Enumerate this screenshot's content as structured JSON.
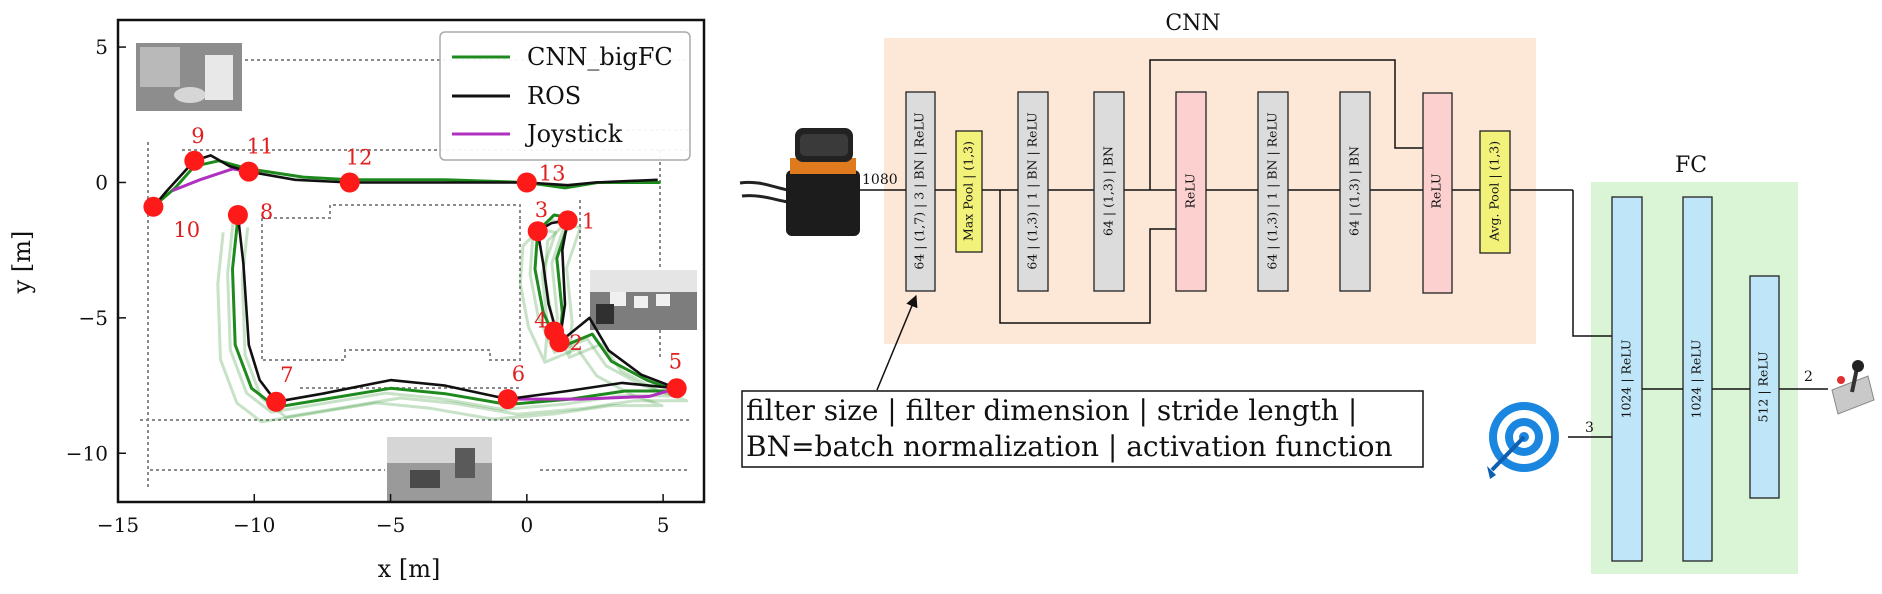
{
  "map_plot": {
    "xlabel": "x [m]",
    "ylabel": "y [m]",
    "xlim": [
      -15,
      6.5
    ],
    "ylim": [
      -11.8,
      6
    ],
    "x_ticks": [
      {
        "v": -15,
        "label": "−15"
      },
      {
        "v": -10,
        "label": "−10"
      },
      {
        "v": -5,
        "label": "−5"
      },
      {
        "v": 0,
        "label": "0"
      },
      {
        "v": 5,
        "label": "5"
      }
    ],
    "y_ticks": [
      {
        "v": 5,
        "label": "5"
      },
      {
        "v": 0,
        "label": "0"
      },
      {
        "v": -5,
        "label": "−5"
      },
      {
        "v": -10,
        "label": "−10"
      }
    ],
    "legend": [
      {
        "label": "CNN_bigFC",
        "color": "#1e8a1e"
      },
      {
        "label": "ROS",
        "color": "#111111"
      },
      {
        "label": "Joystick",
        "color": "#b030c0"
      }
    ],
    "legend_position": "top-right",
    "waypoint_color": "#ff1a1a",
    "waypoints": [
      {
        "id": "1",
        "x": 1.5,
        "y": -1.4
      },
      {
        "id": "2",
        "x": 1.2,
        "y": -5.9
      },
      {
        "id": "3",
        "x": 0.4,
        "y": -1.8
      },
      {
        "id": "4",
        "x": 1.0,
        "y": -5.5
      },
      {
        "id": "5",
        "x": 5.5,
        "y": -7.6
      },
      {
        "id": "6",
        "x": -0.7,
        "y": -8.0
      },
      {
        "id": "7",
        "x": -9.2,
        "y": -8.1
      },
      {
        "id": "8",
        "x": -10.6,
        "y": -1.2
      },
      {
        "id": "9",
        "x": -12.2,
        "y": 0.8
      },
      {
        "id": "10",
        "x": -13.7,
        "y": -0.9
      },
      {
        "id": "11",
        "x": -10.2,
        "y": 0.4
      },
      {
        "id": "12",
        "x": -6.5,
        "y": 0.0
      },
      {
        "id": "13",
        "x": 0.0,
        "y": 0.0
      }
    ],
    "ros_path": [
      [
        -13.7,
        -0.9
      ],
      [
        -13.2,
        -0.3
      ],
      [
        -12.2,
        0.8
      ],
      [
        -11.6,
        1.0
      ],
      [
        -10.9,
        0.6
      ],
      [
        -10.2,
        0.4
      ],
      [
        -8.5,
        0.1
      ],
      [
        -6.5,
        0.0
      ],
      [
        -3.0,
        0.0
      ],
      [
        -1.0,
        0.0
      ],
      [
        0.0,
        0.0
      ],
      [
        1.5,
        -0.1
      ],
      [
        2.5,
        0.0
      ],
      [
        4.8,
        0.1
      ]
    ],
    "ros_loop": [
      [
        -10.6,
        -1.2
      ],
      [
        -10.4,
        -3.0
      ],
      [
        -10.2,
        -6.0
      ],
      [
        -9.8,
        -7.3
      ],
      [
        -9.2,
        -8.1
      ],
      [
        -7.5,
        -7.8
      ],
      [
        -5.0,
        -7.3
      ],
      [
        -3.0,
        -7.5
      ],
      [
        -0.7,
        -8.0
      ],
      [
        1.5,
        -7.7
      ],
      [
        3.5,
        -7.4
      ],
      [
        5.5,
        -7.6
      ],
      [
        4.2,
        -7.1
      ],
      [
        3.0,
        -6.2
      ],
      [
        2.3,
        -5.0
      ],
      [
        1.2,
        -5.9
      ],
      [
        0.8,
        -4.5
      ],
      [
        0.6,
        -3.0
      ],
      [
        0.4,
        -1.8
      ],
      [
        0.9,
        -1.5
      ],
      [
        1.5,
        -1.4
      ],
      [
        1.3,
        -2.5
      ],
      [
        1.4,
        -4.5
      ],
      [
        1.2,
        -5.9
      ]
    ],
    "cnn_path": [
      [
        -13.7,
        -0.9
      ],
      [
        -12.9,
        -0.2
      ],
      [
        -12.2,
        0.6
      ],
      [
        -11.3,
        0.8
      ],
      [
        -10.2,
        0.5
      ],
      [
        -8.2,
        0.2
      ],
      [
        -6.5,
        0.1
      ],
      [
        -3.0,
        0.1
      ],
      [
        0.0,
        0.0
      ],
      [
        1.4,
        -0.2
      ],
      [
        2.6,
        0.0
      ],
      [
        4.9,
        0.0
      ]
    ],
    "cnn_loop": [
      [
        -10.6,
        -1.3
      ],
      [
        -10.8,
        -3.2
      ],
      [
        -10.7,
        -6.0
      ],
      [
        -10.1,
        -7.6
      ],
      [
        -9.2,
        -8.3
      ],
      [
        -7.4,
        -8.0
      ],
      [
        -5.0,
        -7.6
      ],
      [
        -3.0,
        -7.8
      ],
      [
        -0.7,
        -8.2
      ],
      [
        1.6,
        -8.0
      ],
      [
        3.6,
        -7.7
      ],
      [
        5.5,
        -7.7
      ],
      [
        4.4,
        -7.3
      ],
      [
        3.1,
        -6.6
      ],
      [
        2.4,
        -5.6
      ],
      [
        1.2,
        -6.1
      ],
      [
        0.6,
        -4.8
      ],
      [
        0.3,
        -3.2
      ],
      [
        0.4,
        -1.8
      ],
      [
        1.0,
        -1.2
      ],
      [
        1.6,
        -1.3
      ],
      [
        1.1,
        -2.8
      ],
      [
        1.3,
        -4.8
      ],
      [
        1.2,
        -6.0
      ]
    ],
    "joystick_path": [
      [
        -13.0,
        -0.3
      ],
      [
        -12.0,
        0.1
      ],
      [
        -10.8,
        0.5
      ],
      [
        -10.2,
        0.4
      ]
    ],
    "joystick_loop": [
      [
        -0.7,
        -8.0
      ],
      [
        2.0,
        -8.0
      ],
      [
        4.5,
        -7.9
      ],
      [
        5.5,
        -7.6
      ]
    ]
  },
  "network": {
    "cnn_title": "CNN",
    "fc_title": "FC",
    "input_size": "1080",
    "goal_size": "3",
    "output_size": "2",
    "cnn_bg": "#fde7d6",
    "fc_bg": "#daf5d5",
    "layers": [
      {
        "label": "64 | (1,7) | 3 | BN | ReLU",
        "fill": "#dcdcdc"
      },
      {
        "label": "Max Pool | (1,3)",
        "fill": "#f2f27a"
      },
      {
        "label": "64 | (1,3) | 1 | BN | ReLU",
        "fill": "#dcdcdc"
      },
      {
        "label": "64 | (1,3) | BN",
        "fill": "#dcdcdc"
      },
      {
        "label": "ReLU",
        "fill": "#fdd0d0"
      },
      {
        "label": "64 | (1,3) | 1 | BN | ReLU",
        "fill": "#dcdcdc"
      },
      {
        "label": "64 | (1,3) | BN",
        "fill": "#dcdcdc"
      },
      {
        "label": "ReLU",
        "fill": "#fdd0d0"
      },
      {
        "label": "Avg. Pool | (1,3)",
        "fill": "#f2f27a"
      }
    ],
    "fc_layers": [
      {
        "label": "1024 | ReLU",
        "fill": "#bfe6f8"
      },
      {
        "label": "1024 | ReLU",
        "fill": "#bfe6f8"
      },
      {
        "label": "512 | ReLU",
        "fill": "#bfe6f8"
      }
    ],
    "legend_line1": "filter size | filter dimension | stride length |",
    "legend_line2": "BN=batch normalization | activation function"
  }
}
